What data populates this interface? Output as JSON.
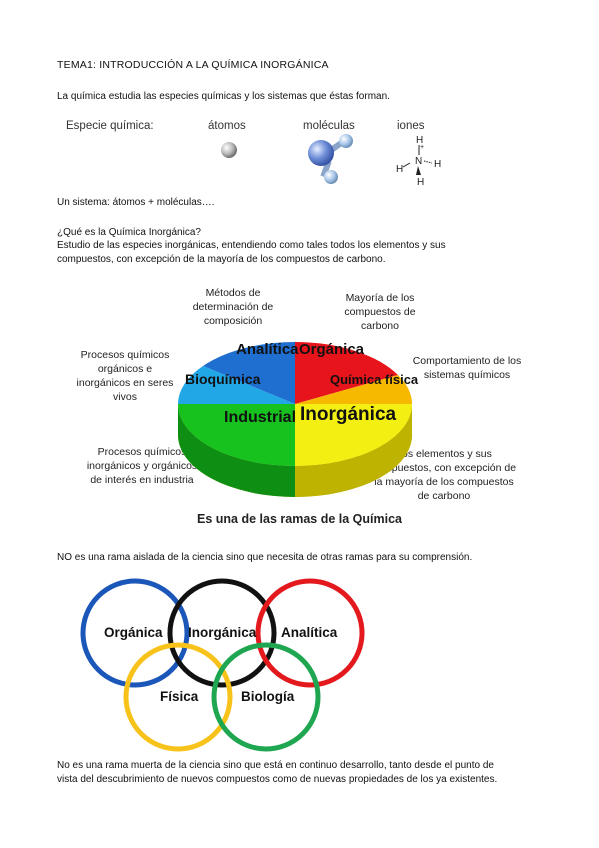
{
  "title": "TEMA1: INTRODUCCIÓN A LA QUÍMICA INORGÁNICA",
  "intro": "La química estudia las especies químicas y los sistemas que éstas forman.",
  "species": {
    "label": "Especie química:",
    "atoms": "átomos",
    "molecules": "moléculas",
    "ions": "iones",
    "ion_atoms": {
      "H": "H",
      "N": "N",
      "plus": "+"
    }
  },
  "system_line": "Un sistema: átomos + moléculas….",
  "question": "¿Qué es la Química Inorgánica?",
  "definition_line1": "Estudio de las especies inorgánicas, entendiendo como tales todos los elementos y sus",
  "definition_line2": "compuestos, con excepción de la mayoría de los compuestos de carbono.",
  "pie": {
    "slices": {
      "analitica": "Analítica",
      "organica": "Orgánica",
      "bioquimica": "Bioquímica",
      "quimica_fisica": "Química física",
      "industrial": "Industrial",
      "inorganica": "Inorgánica"
    },
    "colors": {
      "analitica": "#1f6fd0",
      "organica": "#e8141b",
      "bioquimica": "#22a7e6",
      "quimica_fisica": "#f7b800",
      "industrial": "#17c21f",
      "inorganica": "#f3ef12"
    },
    "callouts": {
      "metodos": "Métodos de determinación de composición",
      "mayoria": "Mayoría de los compuestos de carbono",
      "comportamiento": "Comportamiento de los sistemas químicos",
      "procesos_vivos": "Procesos químicos orgánicos e inorgánicos en seres vivos",
      "procesos_industria": "Procesos químicos inorgánicos y orgánicos de interés en industria",
      "elementos": "Los elementos y sus compuestos, con excepción de la mayoría de los compuestos de carbono"
    },
    "caption": "Es una de las ramas de la Química"
  },
  "not_isolated": "NO es una rama aislada de la ciencia sino que necesita de otras ramas para su comprensión.",
  "rings": {
    "organica": "Orgánica",
    "inorganica": "Inorgánica",
    "analitica": "Analítica",
    "fisica": "Física",
    "biologia": "Biología",
    "colors": {
      "organica": "#1a57b8",
      "inorganica": "#111111",
      "analitica": "#e4191e",
      "fisica": "#f7c21a",
      "biologia": "#1ea650"
    }
  },
  "closing_line1": "No es una rama muerta de la ciencia sino que está en continuo desarrollo, tanto desde el punto de",
  "closing_line2": "vista del descubrimiento de nuevos compuestos como de nuevas propiedades de los ya existentes."
}
